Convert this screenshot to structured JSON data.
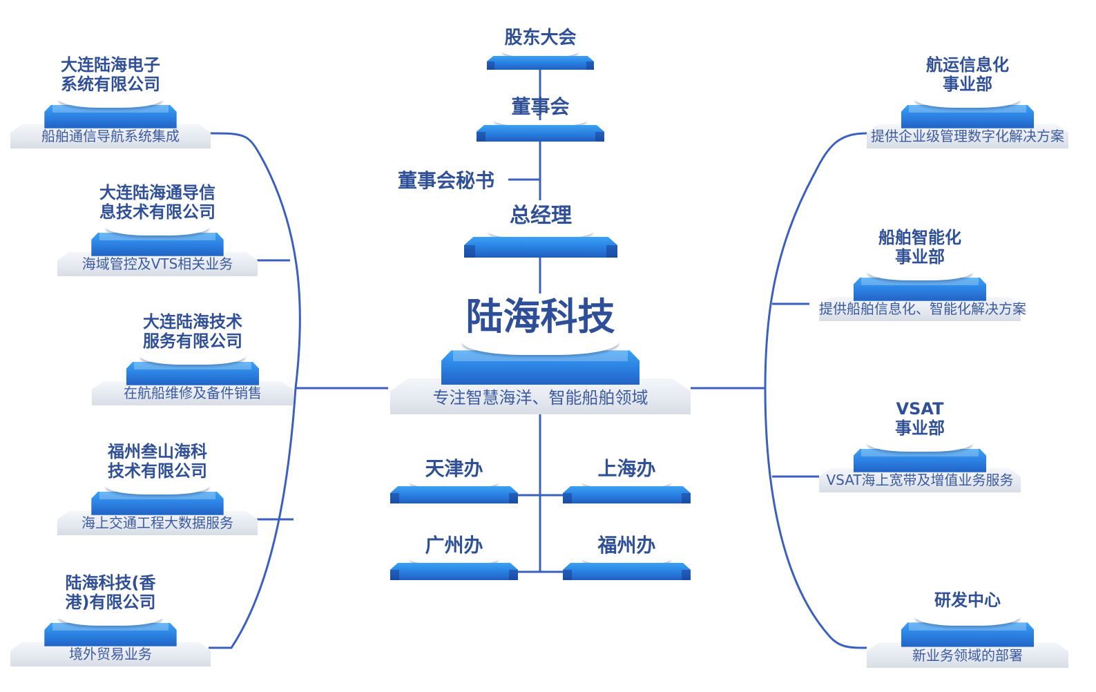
{
  "colors": {
    "line": "#3a5fbf",
    "title_text": "#2f4f96",
    "subtitle_text": "#3b5aa0",
    "block_blue": "#2a7ee0"
  },
  "governance": {
    "shareholders": "股东大会",
    "board": "董事会",
    "board_secretary": "董事会秘书",
    "general_manager": "总经理"
  },
  "center": {
    "title": "陆海科技",
    "subtitle": "专注智慧海洋、智能船舶领域"
  },
  "offices": [
    "天津办",
    "上海办",
    "广州办",
    "福州办"
  ],
  "subsidiaries": [
    {
      "title": "大连陆海电子\n系统有限公司",
      "subtitle": "船舶通信导航系统集成"
    },
    {
      "title": "大连陆海通导信\n息技术有限公司",
      "subtitle": "海域管控及VTS相关业务"
    },
    {
      "title": "大连陆海技术\n服务有限公司",
      "subtitle": "在航船维修及备件销售"
    },
    {
      "title": "福州叁山海科\n技术有限公司",
      "subtitle": "海上交通工程大数据服务"
    },
    {
      "title": "陆海科技(香\n港)有限公司",
      "subtitle": "境外贸易业务"
    }
  ],
  "divisions": [
    {
      "title": "航运信息化\n事业部",
      "subtitle": "提供企业级管理数字化解决方案"
    },
    {
      "title": "船舶智能化\n事业部",
      "subtitle": "提供船舶信息化、智能化解决方案"
    },
    {
      "title": "VSAT\n事业部",
      "subtitle": "VSAT海上宽带及增值业务服务"
    },
    {
      "title": "研发中心",
      "subtitle": "新业务领域的部署"
    }
  ]
}
